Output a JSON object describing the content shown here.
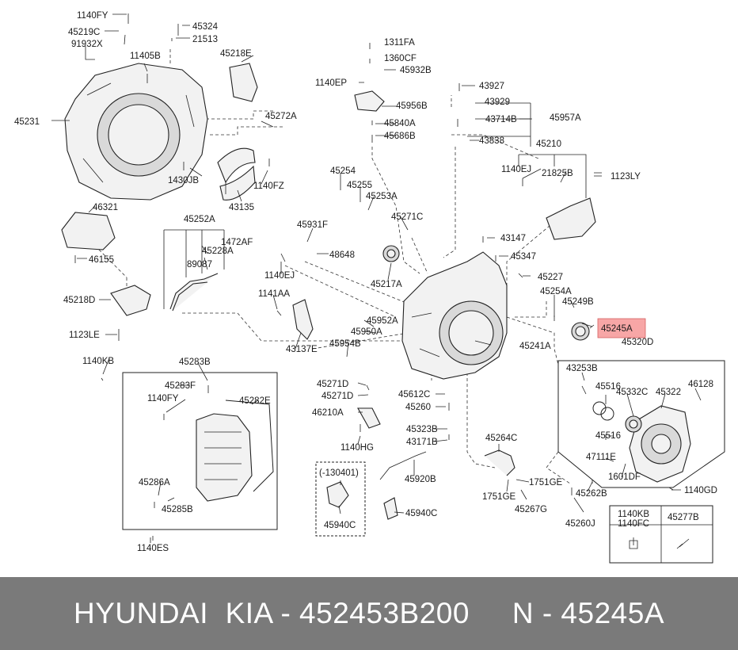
{
  "diagram": {
    "highlight_color": "#f7a6a6",
    "labels": {
      "p1140FY_a": "1140FY",
      "p45324": "45324",
      "p45219C": "45219C",
      "p21513": "21513",
      "p91932X": "91932X",
      "p11405B": "11405B",
      "p45218E": "45218E",
      "p45231": "45231",
      "p45272A": "45272A",
      "p1430JB": "1430JB",
      "p1140FZ": "1140FZ",
      "p43135": "43135",
      "p46321": "46321",
      "p46155": "46155",
      "p45252A": "45252A",
      "p1472AF": "1472AF",
      "p45228A": "45228A",
      "p89087": "89087",
      "p45218D": "45218D",
      "p1123LE": "1123LE",
      "p1311FA": "1311FA",
      "p1360CF": "1360CF",
      "p45932B": "45932B",
      "p1140EP": "1140EP",
      "p45956B": "45956B",
      "p45840A": "45840A",
      "p45686B": "45686B",
      "p43927": "43927",
      "p43929": "43929",
      "p43714B": "43714B",
      "p45957A": "45957A",
      "p43838": "43838",
      "p45210": "45210",
      "p1140EJ_a": "1140EJ",
      "p21825B": "21825B",
      "p1123LY": "1123LY",
      "p45254": "45254",
      "p45255": "45255",
      "p45253A": "45253A",
      "p45271C": "45271C",
      "p45931F": "45931F",
      "p48648": "48648",
      "p1140EJ_b": "1140EJ",
      "p45217A": "45217A",
      "p43147": "43147",
      "p45347": "45347",
      "p45227": "45227",
      "p45254A": "45254A",
      "p45249B": "45249B",
      "p45245A": "45245A",
      "p45320D": "45320D",
      "p1141AA": "1141AA",
      "p43137E": "43137E",
      "p45952A": "45952A",
      "p45950A": "45950A",
      "p45954B": "45954B",
      "p45241A": "45241A",
      "p1140KB": "1140KB",
      "p45283B": "45283B",
      "p45283F": "45283F",
      "p1140FY_b": "1140FY",
      "p45282E": "45282E",
      "p45271D_a": "45271D",
      "p45271D_b": "45271D",
      "p45612C": "45612C",
      "p45260": "45260",
      "p46210A": "46210A",
      "p45323B": "45323B",
      "p43171B": "43171B",
      "p1140HG": "1140HG",
      "p45286A": "45286A",
      "p45285B": "45285B",
      "p1140ES": "1140ES",
      "p130401": "(-130401)",
      "p45940C_a": "45940C",
      "p45920B": "45920B",
      "p45940C_b": "45940C",
      "p45264C": "45264C",
      "p1751GE_a": "1751GE",
      "p1751GE_b": "1751GE",
      "p45267G": "45267G",
      "p43253B": "43253B",
      "p45516_a": "45516",
      "p45332C": "45332C",
      "p45322": "45322",
      "p46128": "46128",
      "p45516_b": "45516",
      "p47111E": "47111E",
      "p1601DF": "1601DF",
      "p1140GD": "1140GD",
      "p45262B": "45262B",
      "p45260J": "45260J",
      "t1140KB": "1140KB",
      "t1140FC": "1140FC",
      "t45277B": "45277B"
    }
  },
  "footer": {
    "text": "HYUNDAI  KIA - 452453B200     N - 45245A",
    "background": "#7a7a7a"
  }
}
